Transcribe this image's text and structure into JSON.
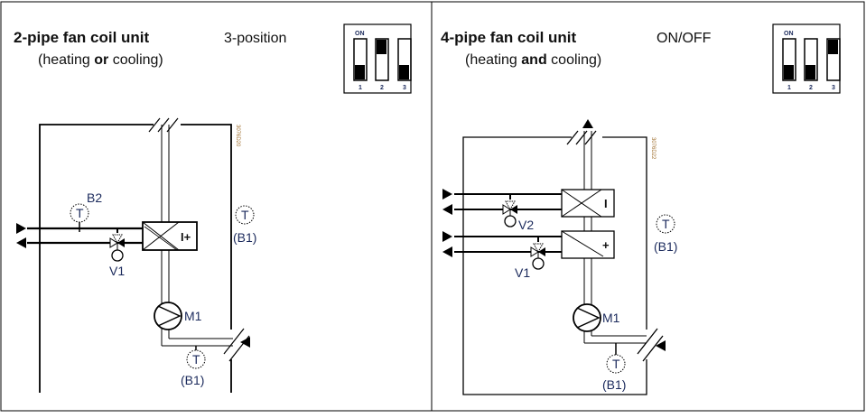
{
  "left_panel": {
    "title": "2-pipe fan coil unit",
    "subtitle_pre": "(heating ",
    "subtitle_bold": "or",
    "subtitle_post": " cooling)",
    "mode": "3-position",
    "dip": {
      "on_label": "ON",
      "switches": [
        {
          "n": "1",
          "on": false
        },
        {
          "n": "2",
          "on": true
        },
        {
          "n": "3",
          "on": false
        }
      ]
    },
    "drawing_code": "3076D20",
    "labels": {
      "sensor": "T",
      "b2": "B2",
      "b1": "(B1)",
      "valve": "V1",
      "fan": "M1",
      "coil": "I+"
    }
  },
  "right_panel": {
    "title": "4-pipe fan coil unit",
    "subtitle_pre": "(heating ",
    "subtitle_bold": "and",
    "subtitle_post": " cooling)",
    "mode": "ON/OFF",
    "dip": {
      "on_label": "ON",
      "switches": [
        {
          "n": "1",
          "on": false
        },
        {
          "n": "2",
          "on": false
        },
        {
          "n": "3",
          "on": true
        }
      ]
    },
    "drawing_code": "3076D22",
    "labels": {
      "sensor": "T",
      "b1": "(B1)",
      "valve_cool": "V2",
      "valve_heat": "V1",
      "fan": "M1",
      "coil_cool": "I",
      "coil_heat": "+"
    }
  }
}
